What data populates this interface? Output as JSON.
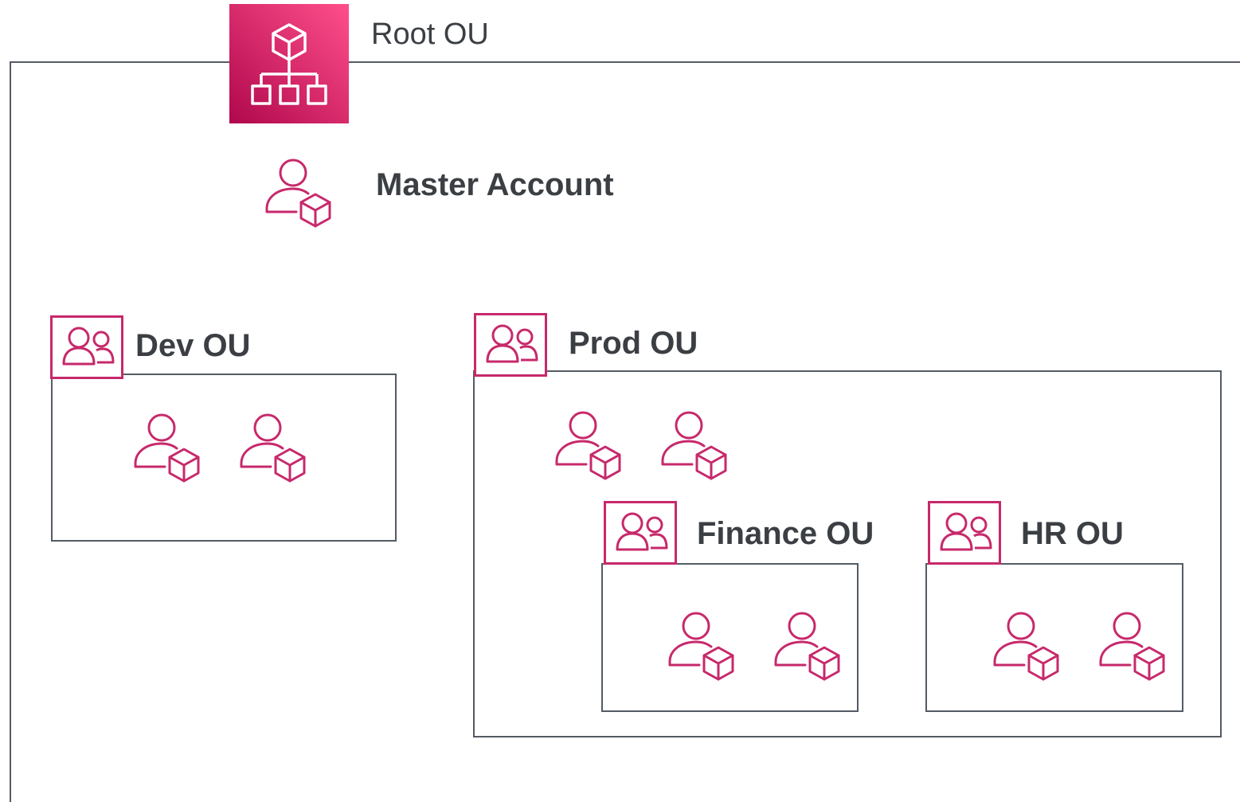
{
  "root": {
    "label": "Root OU",
    "icon": "organizations-icon",
    "color": "#e7157b"
  },
  "master": {
    "label": "Master Account",
    "icon": "account-icon"
  },
  "ous": {
    "dev": {
      "label": "Dev OU",
      "icon": "organizational-unit-icon",
      "accounts": 2
    },
    "prod": {
      "label": "Prod OU",
      "icon": "organizational-unit-icon",
      "accounts": 2
    },
    "finance": {
      "label": "Finance OU",
      "icon": "organizational-unit-icon",
      "accounts": 2
    },
    "hr": {
      "label": "HR OU",
      "icon": "organizational-unit-icon",
      "accounts": 2
    }
  },
  "colors": {
    "accent": "#c7296b",
    "border": "#545b64",
    "text": "#3b3f44"
  }
}
